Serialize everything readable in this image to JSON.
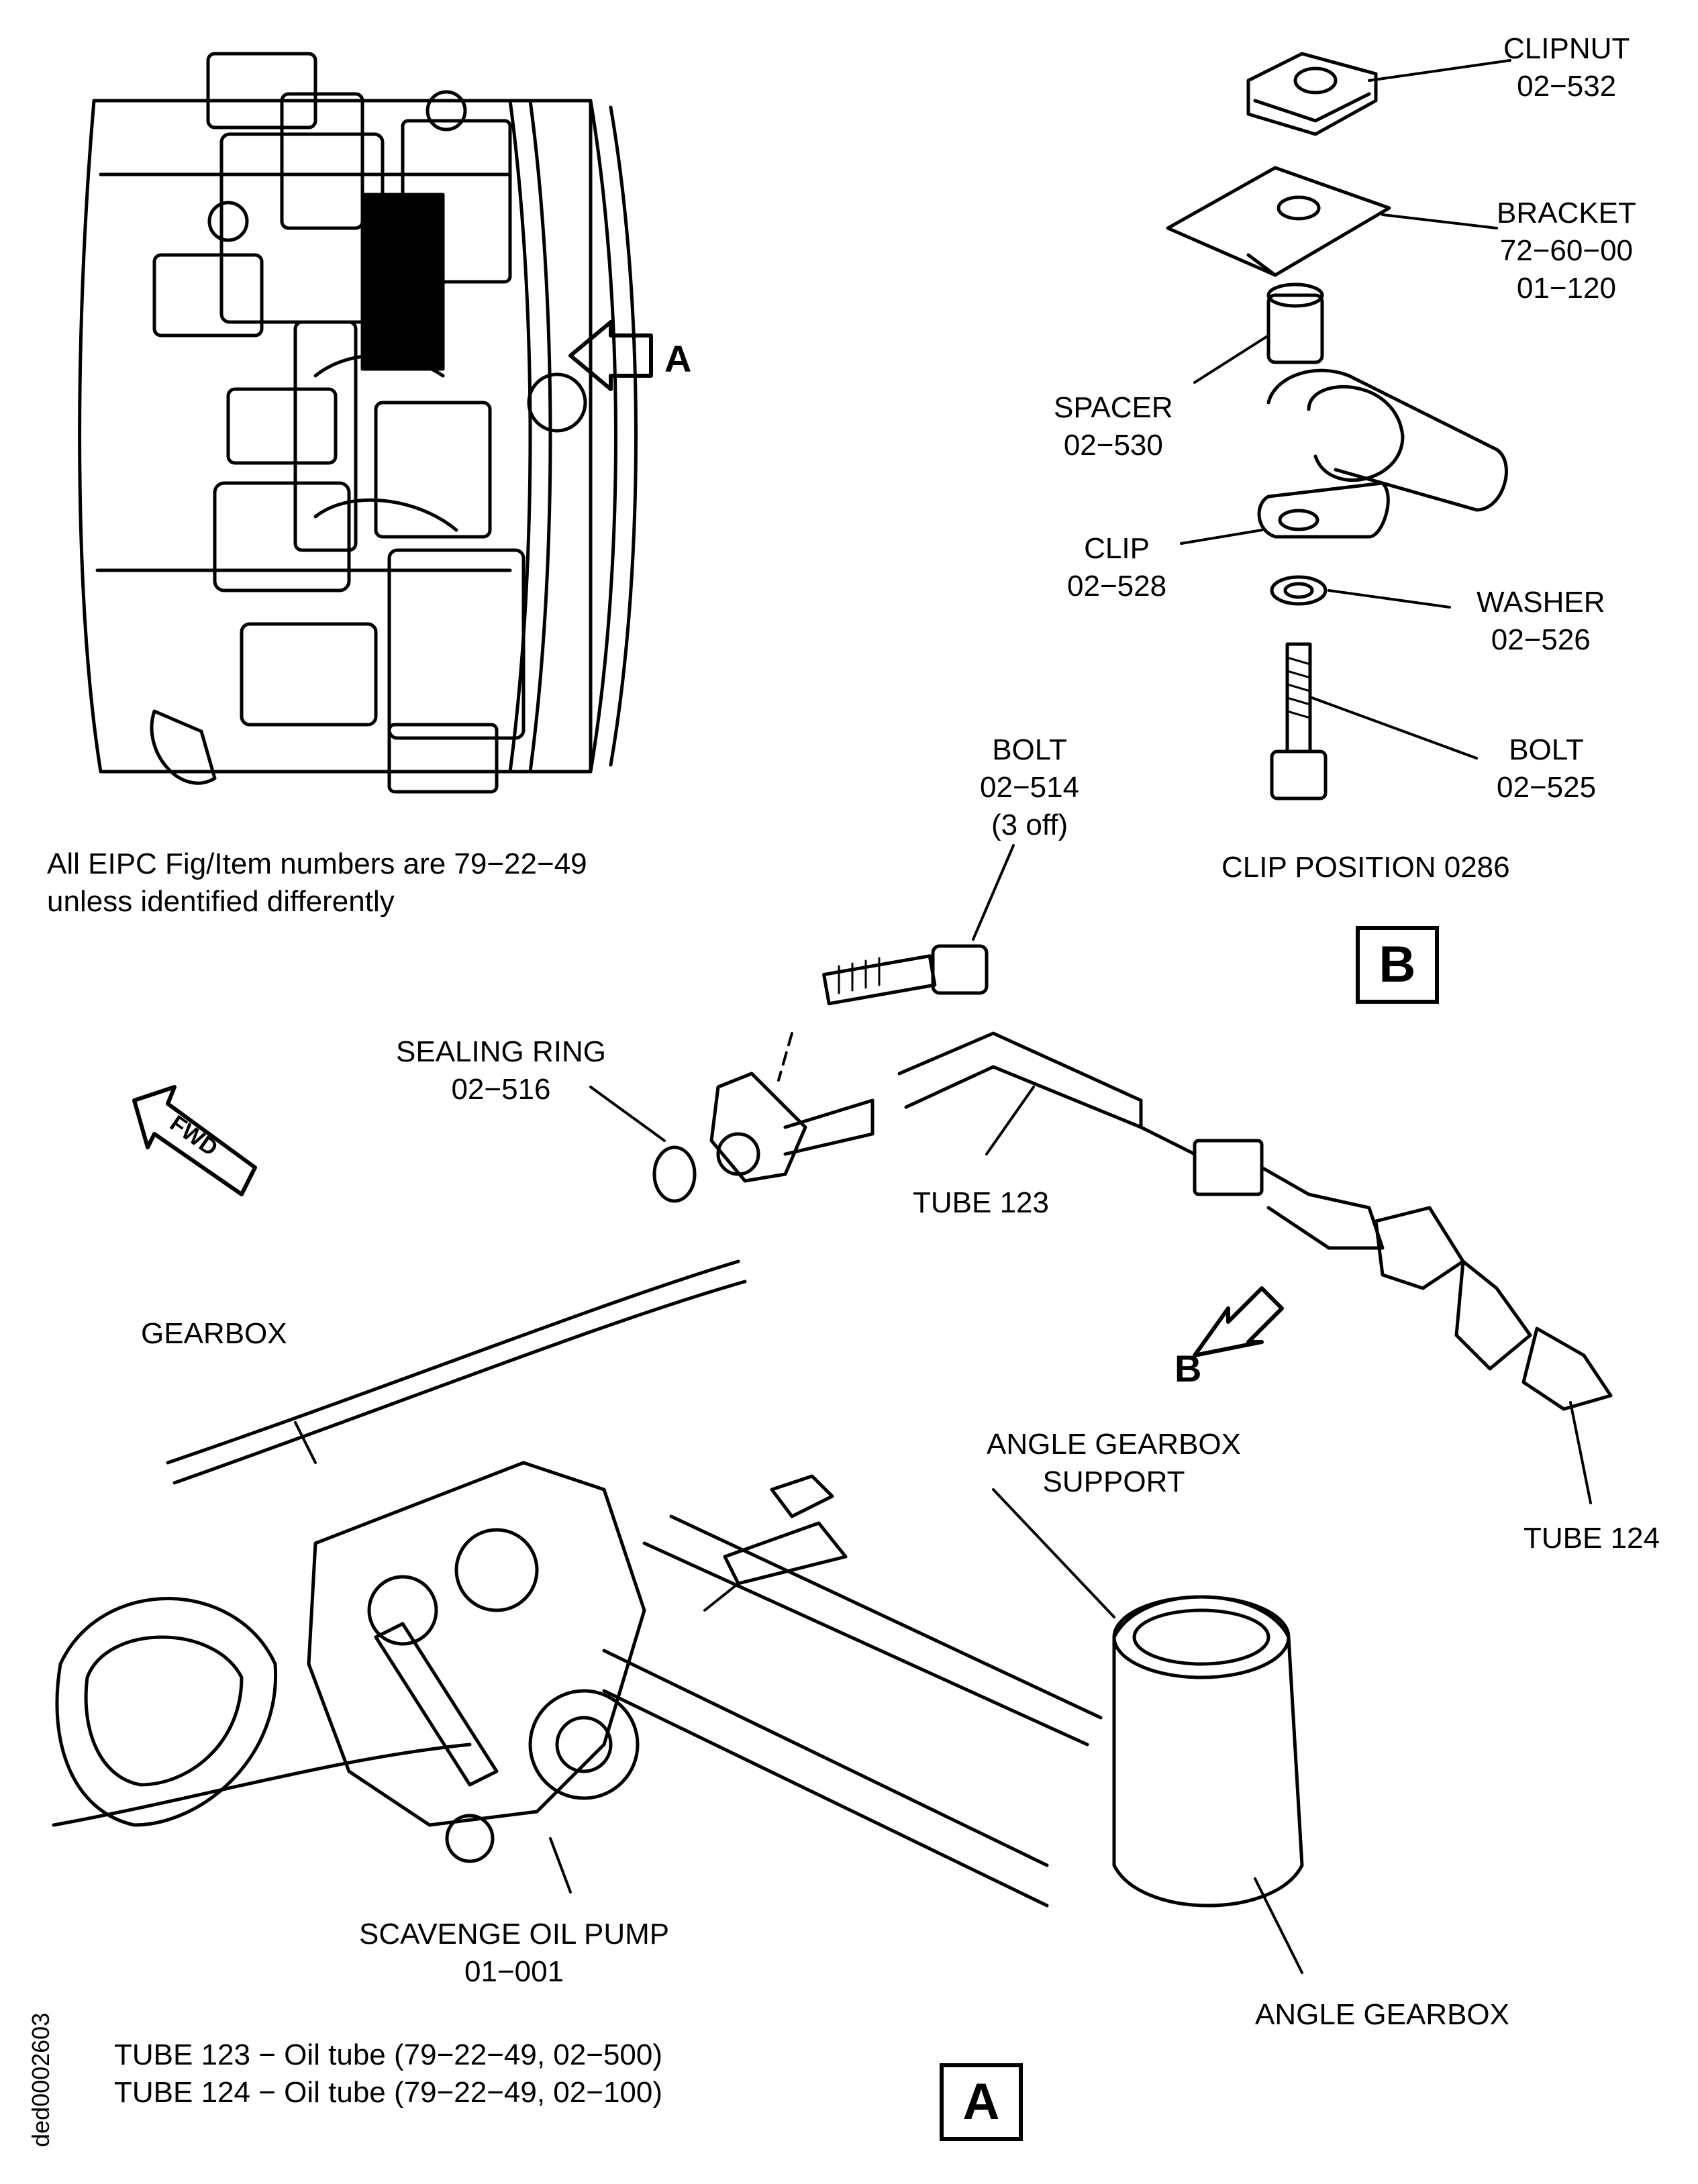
{
  "views": {
    "detail_a_label": "A",
    "detail_b_label": "B",
    "engine_view_arrow_label": "A",
    "clip_view_arrow_label": "B",
    "fwd_label": "FWD"
  },
  "notes": {
    "eipc_line1": "All EIPC Fig/Item numbers are 79−22−49",
    "eipc_line2": "unless identified differently",
    "clip_position": "CLIP POSITION 0286",
    "legend_line1": "TUBE 123 − Oil tube (79−22−49, 02−500)",
    "legend_line2": "TUBE 124 − Oil tube (79−22−49, 02−100)",
    "drawing_id": "ded0002603"
  },
  "callouts": {
    "clipnut": {
      "name": "CLIPNUT",
      "ref": "02−532"
    },
    "bracket": {
      "name": "BRACKET",
      "ref": "72−60−00",
      "ref2": "01−120"
    },
    "spacer": {
      "name": "SPACER",
      "ref": "02−530"
    },
    "clip": {
      "name": "CLIP",
      "ref": "02−528"
    },
    "washer": {
      "name": "WASHER",
      "ref": "02−526"
    },
    "bolt_b": {
      "name": "BOLT",
      "ref": "02−525"
    },
    "bolt_a": {
      "name": "BOLT",
      "ref": "02−514",
      "qty": "(3 off)"
    },
    "sealing_ring": {
      "name": "SEALING RING",
      "ref": "02−516"
    },
    "tube123": {
      "name": "TUBE 123"
    },
    "tube124": {
      "name": "TUBE 124"
    },
    "gearbox": {
      "name": "GEARBOX"
    },
    "angle_gearbox_support": {
      "name": "ANGLE GEARBOX",
      "name2": "SUPPORT"
    },
    "scavenge_pump": {
      "name": "SCAVENGE OIL PUMP",
      "ref": "01−001"
    },
    "angle_gearbox": {
      "name": "ANGLE GEARBOX"
    }
  }
}
